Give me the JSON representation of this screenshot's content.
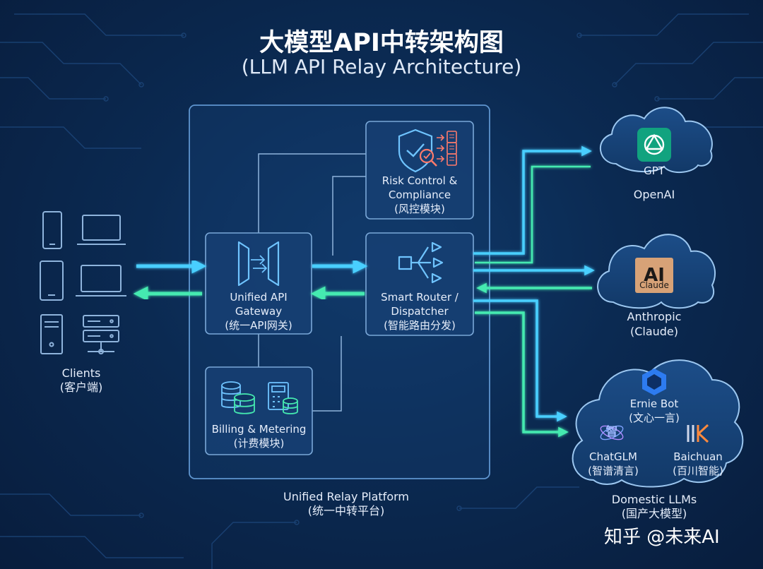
{
  "title": {
    "main": "大模型API中转架构图",
    "sub": "(LLM API Relay Architecture)"
  },
  "clients": {
    "label_en": "Clients",
    "label_zh": "(客户端)",
    "devices": [
      "phone-icon",
      "laptop-icon",
      "tablet-icon",
      "laptop-icon",
      "desktop-tower-icon",
      "server-icon"
    ]
  },
  "platform": {
    "label_en": "Unified Relay Platform",
    "label_zh": "(统一中转平台)"
  },
  "modules": {
    "gateway": {
      "line1": "Unified API",
      "line2": "Gateway",
      "line3": "(统一API网关)"
    },
    "risk": {
      "line1": "Risk Control &",
      "line2": "Compliance",
      "line3": "(风控模块)"
    },
    "router": {
      "line1": "Smart Router /",
      "line2": "Dispatcher",
      "line3": "(智能路由分发)"
    },
    "billing": {
      "line1": "Billing & Metering",
      "line2": "(计费模块)"
    }
  },
  "providers": {
    "openai": {
      "logo_text": "GPT",
      "label": "OpenAI"
    },
    "anthropic": {
      "logo_text": "Claude",
      "label_en": "Anthropic",
      "label_zh": "(Claude)"
    },
    "domestic": {
      "label_en": "Domestic LLMs",
      "label_zh": "(国产大模型)",
      "ernie": {
        "line1": "Ernie Bot",
        "line2": "(文心一言)"
      },
      "chatglm": {
        "line1": "ChatGLM",
        "line2": "(智谱清言)",
        "logo_text": "智"
      },
      "baichuan": {
        "line1": "Baichuan",
        "line2": "(百川智能)"
      }
    }
  },
  "watermark": "知乎 @未来AI",
  "colors": {
    "request_arrow": "#3ec5ff",
    "response_arrow": "#3de8a8",
    "panel_border": "#5f95cf",
    "background": "#0b2a52"
  }
}
